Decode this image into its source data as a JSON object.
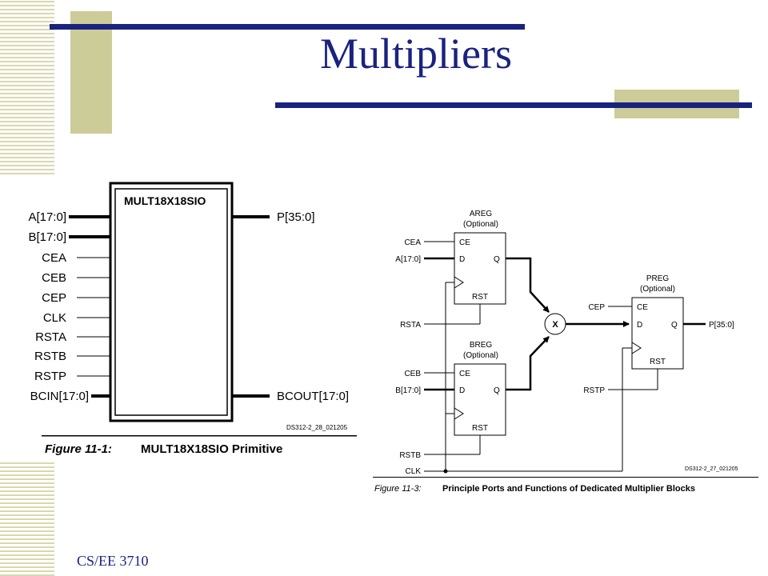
{
  "slide": {
    "title": "Multipliers",
    "footer": "CS/EE 3710"
  },
  "figure_left": {
    "block_name": "MULT18X18SIO",
    "inputs": [
      "A[17:0]",
      "B[17:0]",
      "CEA",
      "CEB",
      "CEP",
      "CLK",
      "RSTA",
      "RSTB",
      "RSTP",
      "BCIN[17:0]"
    ],
    "outputs": [
      "P[35:0]",
      "BCOUT[17:0]"
    ],
    "code": "DS312-2_28_021205",
    "caption_label": "Figure 11-1:",
    "caption_title": "MULT18X18SIO Primitive"
  },
  "figure_right": {
    "areg": {
      "name": "AREG",
      "optional": "(Optional)"
    },
    "breg": {
      "name": "BREG",
      "optional": "(Optional)"
    },
    "preg": {
      "name": "PREG",
      "optional": "(Optional)"
    },
    "ports": {
      "ce": "CE",
      "d": "D",
      "q": "Q",
      "rst": "RST"
    },
    "multiply_symbol": "X",
    "signals": {
      "cea": "CEA",
      "a": "A[17:0]",
      "rsta": "RSTA",
      "ceb": "CEB",
      "b": "B[17:0]",
      "rstb": "RSTB",
      "clk": "CLK",
      "cep": "CEP",
      "rstp": "RSTP",
      "p": "P[35:0]"
    },
    "code": "DS312-2_27_021205",
    "caption_label": "Figure 11-3:",
    "caption_title": "Principle Ports and Functions of Dedicated Multiplier Blocks"
  }
}
